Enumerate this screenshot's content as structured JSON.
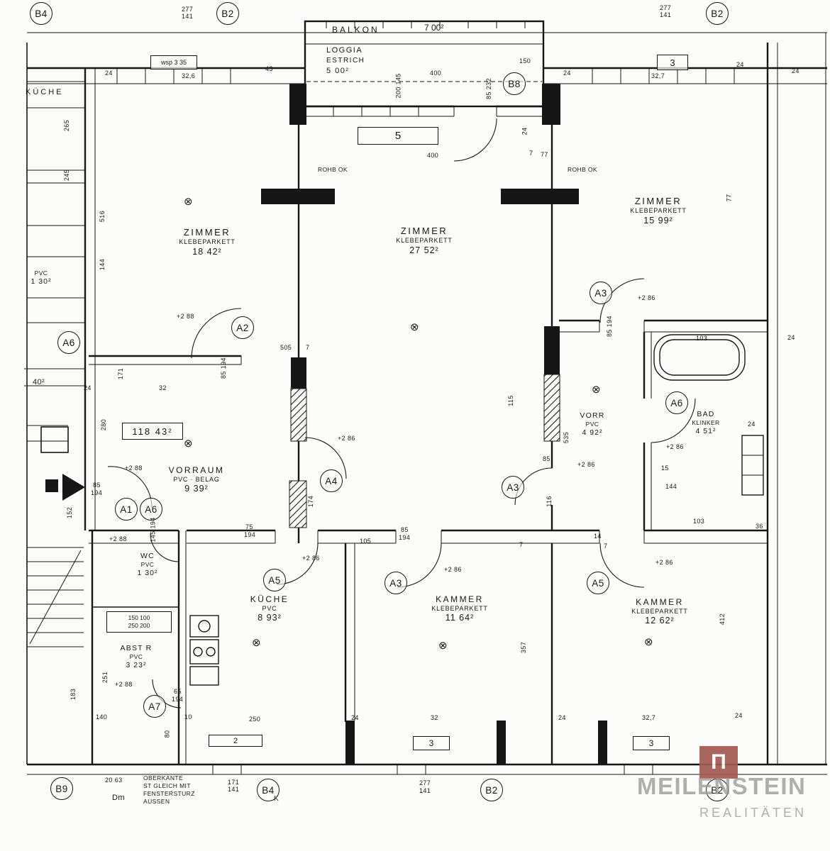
{
  "balkon": {
    "name": "BALKON",
    "area": "7 00²"
  },
  "loggia": {
    "l1": "LOGGIA",
    "l2": "ESTRICH",
    "area": "5 00²"
  },
  "rooms": [
    {
      "name": "ZIMMER",
      "finish": "KLEBEPARKETT",
      "area": "18 42²"
    },
    {
      "name": "ZIMMER",
      "finish": "KLEBEPARKETT",
      "area": "27 52²"
    },
    {
      "name": "ZIMMER",
      "finish": "KLEBEPARKETT",
      "area": "15 99²"
    },
    {
      "name": "VORRAUM",
      "finish": "PVC · BELAG",
      "area": "9 39²"
    },
    {
      "name": "KÜCHE",
      "finish": "PVC",
      "area": "8 93²"
    },
    {
      "name": "KAMMER",
      "finish": "KLEBEPARKETT",
      "area": "11 64²"
    },
    {
      "name": "KAMMER",
      "finish": "KLEBEPARKETT",
      "area": "12 62²"
    },
    {
      "name": "BAD",
      "finish": "KLINKER",
      "area": "4 51²"
    },
    {
      "name": "VORR",
      "finish": "PVC",
      "area": "4 92²"
    },
    {
      "name": "ABST R",
      "finish": "PVC",
      "area": "3 23²"
    },
    {
      "name": "WC",
      "finish": "PVC",
      "area": "1 30²"
    }
  ],
  "neighbor": {
    "kueche": "KÜCHE",
    "finish": "PVC",
    "area": "1 30²"
  },
  "markers": [
    "B4",
    "B2",
    "B2",
    "B8",
    "A2",
    "A3",
    "A6",
    "A6",
    "A4",
    "A3",
    "A1",
    "A6",
    "A5",
    "A3",
    "A5",
    "A7",
    "B9",
    "B4",
    "B2",
    "B2"
  ],
  "boxes": {
    "wsp": "wsp 3 35",
    "five": "5",
    "three_top": "3",
    "total": "118 43²",
    "two": "2",
    "three_b1": "3",
    "three_b2": "3"
  },
  "notes": {
    "rohb_left": "ROHB OK",
    "rohb_right": "ROHB OK",
    "ok1": "OBERKANTE",
    "ok2": "ST GLEICH MIT",
    "ok3": "FENSTERSTURZ",
    "ok4": "AUSSEN",
    "dm": "Dm",
    "k": "K",
    "nb1": "150 100",
    "nb2": "250 200"
  },
  "symbols": {
    "outlet": "⊗"
  },
  "dims": [
    "277",
    "141",
    "277",
    "141",
    "24",
    "32,6",
    "43",
    "400",
    "150",
    "24",
    "32,7",
    "24",
    "24",
    "200 145",
    "85 232",
    "400",
    "24",
    "7",
    "77",
    "265",
    "245",
    "516",
    "144",
    "171",
    "24",
    "32",
    "505",
    "7",
    "85 194",
    "280",
    "+2 88",
    "85",
    "194",
    "152",
    "145 194",
    "+2 88",
    "75",
    "194",
    "105",
    "85",
    "194",
    "+2 86",
    "+2 86",
    "+2 86",
    "+2 86",
    "+2 86",
    "+2 86",
    "+2 86",
    "115",
    "535",
    "85",
    "15",
    "144",
    "103",
    "36",
    "103",
    "77",
    "174",
    "116",
    "14",
    "7",
    "7",
    "357",
    "412",
    "140",
    "10",
    "250",
    "24",
    "32",
    "24",
    "32,7",
    "24",
    "80",
    "251",
    "183",
    "+2 88",
    "65",
    "194",
    "20 63",
    "171",
    "141",
    "277",
    "141",
    "24",
    "24",
    "85 194",
    "+2 88",
    "40²"
  ],
  "watermark": {
    "brand": "MEILENSTEIN",
    "subtitle": "REALITÄTEN",
    "logo_glyph": "Π",
    "logo_color": "#a25a52",
    "text_color": "#9b9b9b"
  }
}
